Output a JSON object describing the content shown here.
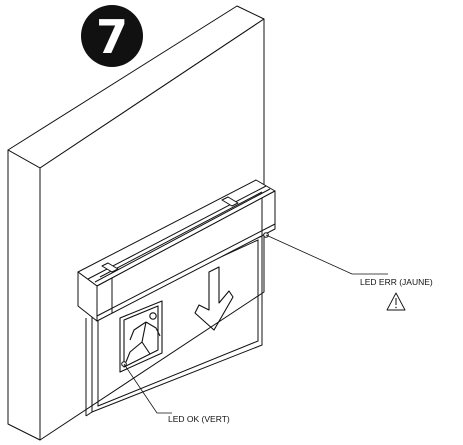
{
  "step": {
    "number": "7"
  },
  "callouts": {
    "led_err": "LED ERR (JAUNE)",
    "led_ok": "LED OK (VERT)"
  },
  "icons": {
    "warning": "warning-triangle-icon",
    "running_man": "running-man-icon",
    "arrow_down": "arrow-down-icon"
  },
  "colors": {
    "line": "#111111",
    "badge": "#111111",
    "background": "#ffffff"
  }
}
